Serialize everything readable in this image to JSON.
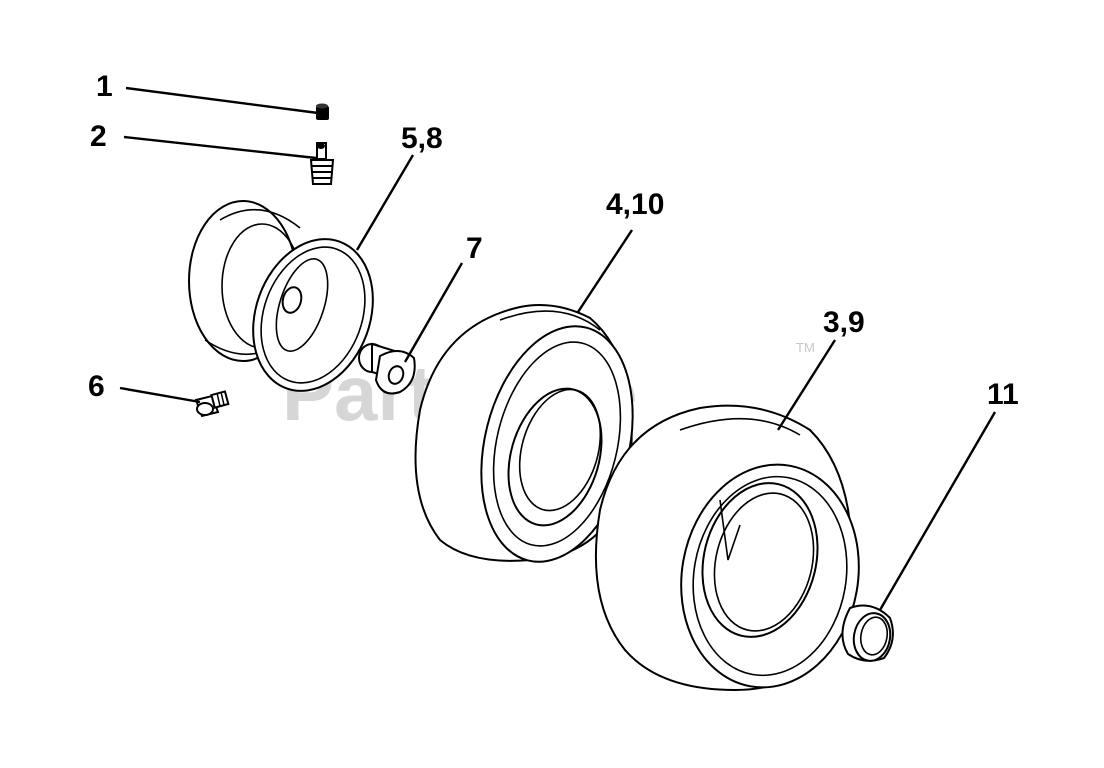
{
  "watermark": {
    "text": "PartsTree",
    "trademark": "TM"
  },
  "callouts": [
    {
      "id": "c1",
      "label": "1"
    },
    {
      "id": "c2",
      "label": "2"
    },
    {
      "id": "c58",
      "label": "5,8"
    },
    {
      "id": "c7",
      "label": "7"
    },
    {
      "id": "c410",
      "label": "4,10"
    },
    {
      "id": "c39",
      "label": "3,9"
    },
    {
      "id": "c6",
      "label": "6"
    },
    {
      "id": "c11",
      "label": "11"
    }
  ]
}
